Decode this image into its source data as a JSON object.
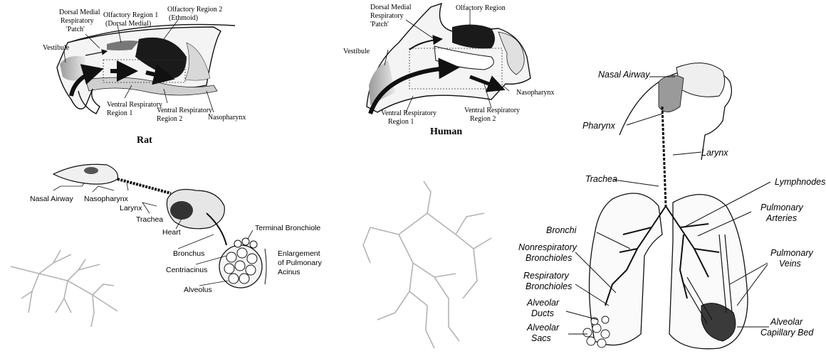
{
  "rat_panel": {
    "caption": "Rat",
    "labels": {
      "dorsal_medial_1": "Dorsal Medial",
      "dorsal_medial_2": "Respiratory",
      "dorsal_medial_3": "'Patch'",
      "olfactory1_1": "Olfactory Region 1",
      "olfactory1_2": "(Dorsal Medial)",
      "olfactory2_1": "Olfactory Region 2",
      "olfactory2_2": "(Ethmoid)",
      "vestibule": "Vestibule",
      "ventral1_1": "Ventral Respiratory",
      "ventral1_2": "Region 1",
      "ventral2_1": "Ventral Respiratory",
      "ventral2_2": "Region 2",
      "nasopharynx": "Nasopharynx"
    }
  },
  "human_panel": {
    "caption": "Human",
    "labels": {
      "dorsal_medial_1": "Dorsal Medial",
      "dorsal_medial_2": "Respiratory",
      "dorsal_medial_3": "'Patch'",
      "olfactory": "Olfactory Region",
      "vestibule": "Vestibule",
      "ventral1_1": "Ventral Respiratory",
      "ventral1_2": "Region 1",
      "ventral2_1": "Ventral Respiratory",
      "ventral2_2": "Region 2",
      "nasopharynx": "Nasopharynx"
    }
  },
  "rat_airway_panel": {
    "labels": {
      "nasal_airway": "Nasal Airway",
      "nasopharynx": "Nasopharynx",
      "larynx": "Larynx",
      "trachea": "Trachea",
      "heart": "Heart",
      "bronchus": "Bronchus",
      "centriacinus": "Centriacinus",
      "alveolus": "Alveolus",
      "terminal_bronchiole": "Terminal Bronchiole",
      "enlargement_1": "Enlargement",
      "enlargement_2": "of Pulmonary",
      "enlargement_3": "Acinus"
    }
  },
  "human_airway_panel": {
    "labels": {
      "nasal_airway": "Nasal Airway",
      "pharynx": "Pharynx",
      "larynx": "Larynx",
      "trachea": "Trachea",
      "lymphnodes": "Lymphnodes",
      "pulmonary_arteries_1": "Pulmonary",
      "pulmonary_arteries_2": "Arteries",
      "bronchi": "Bronchi",
      "nonresp_1": "Nonrespiratory",
      "nonresp_2": "Bronchioles",
      "resp_1": "Respiratory",
      "resp_2": "Bronchioles",
      "pulmonary_veins_1": "Pulmonary",
      "pulmonary_veins_2": "Veins",
      "alveolar_ducts_1": "Alveolar",
      "alveolar_ducts_2": "Ducts",
      "alveolar_sacs_1": "Alveolar",
      "alveolar_sacs_2": "Sacs",
      "alveolar_capillary_1": "Alveolar",
      "alveolar_capillary_2": "Capillary Bed"
    }
  }
}
